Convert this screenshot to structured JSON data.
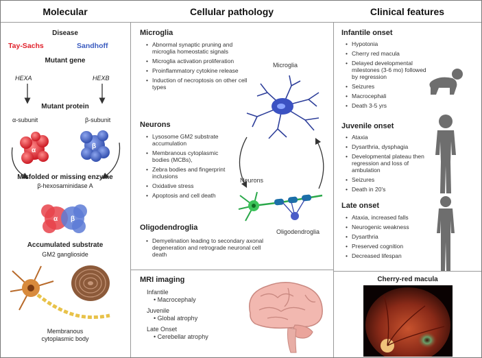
{
  "headers": {
    "molecular": "Molecular",
    "cellular": "Cellular pathology",
    "clinical": "Clinical features"
  },
  "molecular": {
    "disease_label": "Disease",
    "tay_sachs": "Tay-Sachs",
    "sandhoff": "Sandhoff",
    "mutant_gene_label": "Mutant gene",
    "gene_a": "HEXA",
    "gene_b": "HEXB",
    "mutant_protein_label": "Mutant protein",
    "alpha_subunit": "α-subunit",
    "beta_subunit": "β-subunit",
    "alpha_symbol": "α",
    "beta_symbol": "β",
    "enzyme_label": "Misfolded or missing enzyme",
    "enzyme_name": "β-hexosaminidase A",
    "substrate_label": "Accumulated substrate",
    "substrate_name": "GM2 ganglioside",
    "body_label_1": "Membranous",
    "body_label_2": "cytoplasmic body",
    "colors": {
      "tay_sachs": "#e0202a",
      "sandhoff": "#3a5bbf"
    }
  },
  "cellular": {
    "microglia": {
      "title": "Microglia",
      "items": [
        "Abnormal synaptic pruning and microglia homeostatic signals",
        "Microglia activation proliferation",
        "Proinflammatory cytokine release",
        "Induction of necroptosis on other cell types"
      ],
      "illustration_label": "Microglia"
    },
    "neurons": {
      "title": "Neurons",
      "items": [
        "Lysosome GM2 substrate accumulation",
        "Membranous cytoplasmic bodies (MCBs),",
        "Zebra bodies and fingerprint inclusions",
        "Oxidative stress",
        "Apoptosis and cell death"
      ],
      "illustration_label": "Neurons"
    },
    "oligodendroglia": {
      "title": "Oligodendroglia",
      "items": [
        "Demyelination leading to secondary axonal degeneration and retrograde neuronal cell death"
      ],
      "illustration_label": "Oligodendroglia"
    },
    "mri": {
      "title": "MRI imaging",
      "groups": [
        {
          "label": "Infantile",
          "item": "Macrocephaly"
        },
        {
          "label": "Juvenile",
          "item": "Global atrophy"
        },
        {
          "label": "Late Onset",
          "item": "Cerebellar atrophy"
        }
      ]
    }
  },
  "clinical": {
    "infantile": {
      "title": "Infantile onset",
      "items": [
        "Hypotonia",
        "Cherry red macula",
        "Delayed developmental milestones (3-6 mo) followed by regression",
        "Seizures",
        "Macrocephali",
        "Death 3-5 yrs"
      ]
    },
    "juvenile": {
      "title": "Juvenile onset",
      "items": [
        "Ataxia",
        "Dysarthria, dysphagia",
        "Developmental plateau then regression and loss of ambulation",
        "Seizures",
        "Death in 20's"
      ]
    },
    "late": {
      "title": "Late onset",
      "items": [
        "Ataxia, increased falls",
        "Neurogenic weakness",
        "Dysarthria",
        "Preserved cognition",
        "Decreased lifespan"
      ]
    },
    "macula_title": "Cherry-red macula"
  }
}
